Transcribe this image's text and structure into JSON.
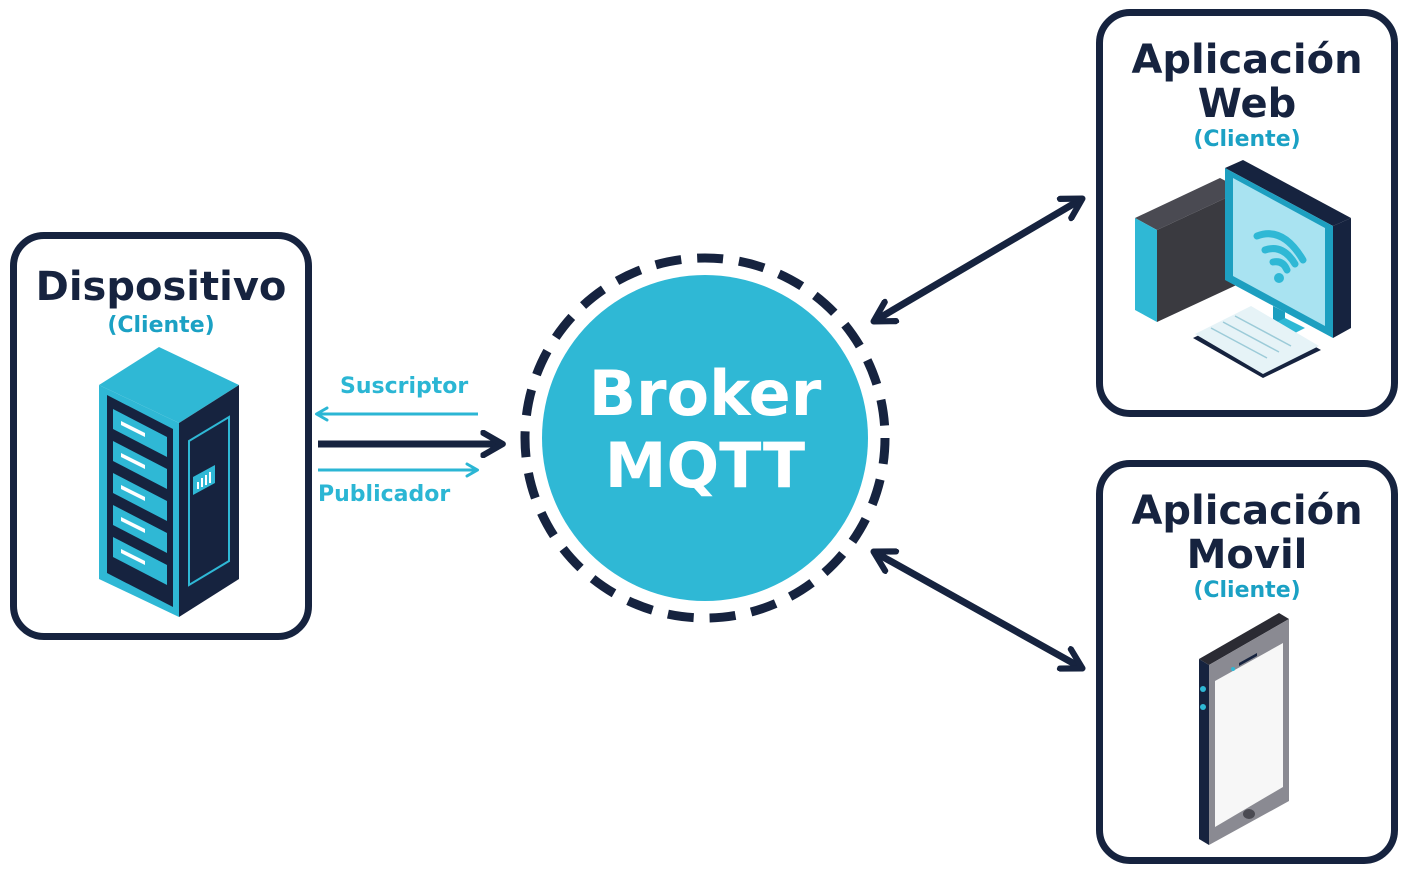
{
  "broker": {
    "line1": "Broker",
    "line2": "MQTT"
  },
  "device": {
    "title": "Dispositivo",
    "role": "(Cliente)"
  },
  "web_app": {
    "title_line1": "Aplicación",
    "title_line2": "Web",
    "role": "(Cliente)"
  },
  "mobile_app": {
    "title_line1": "Aplicación",
    "title_line2": "Movil",
    "role": "(Cliente)"
  },
  "links": {
    "subscriber": "Suscriptor",
    "publisher": "Publicador"
  },
  "colors": {
    "navy": "#16233f",
    "cyan": "#2fb8d5",
    "label": "#1ba1c4"
  }
}
